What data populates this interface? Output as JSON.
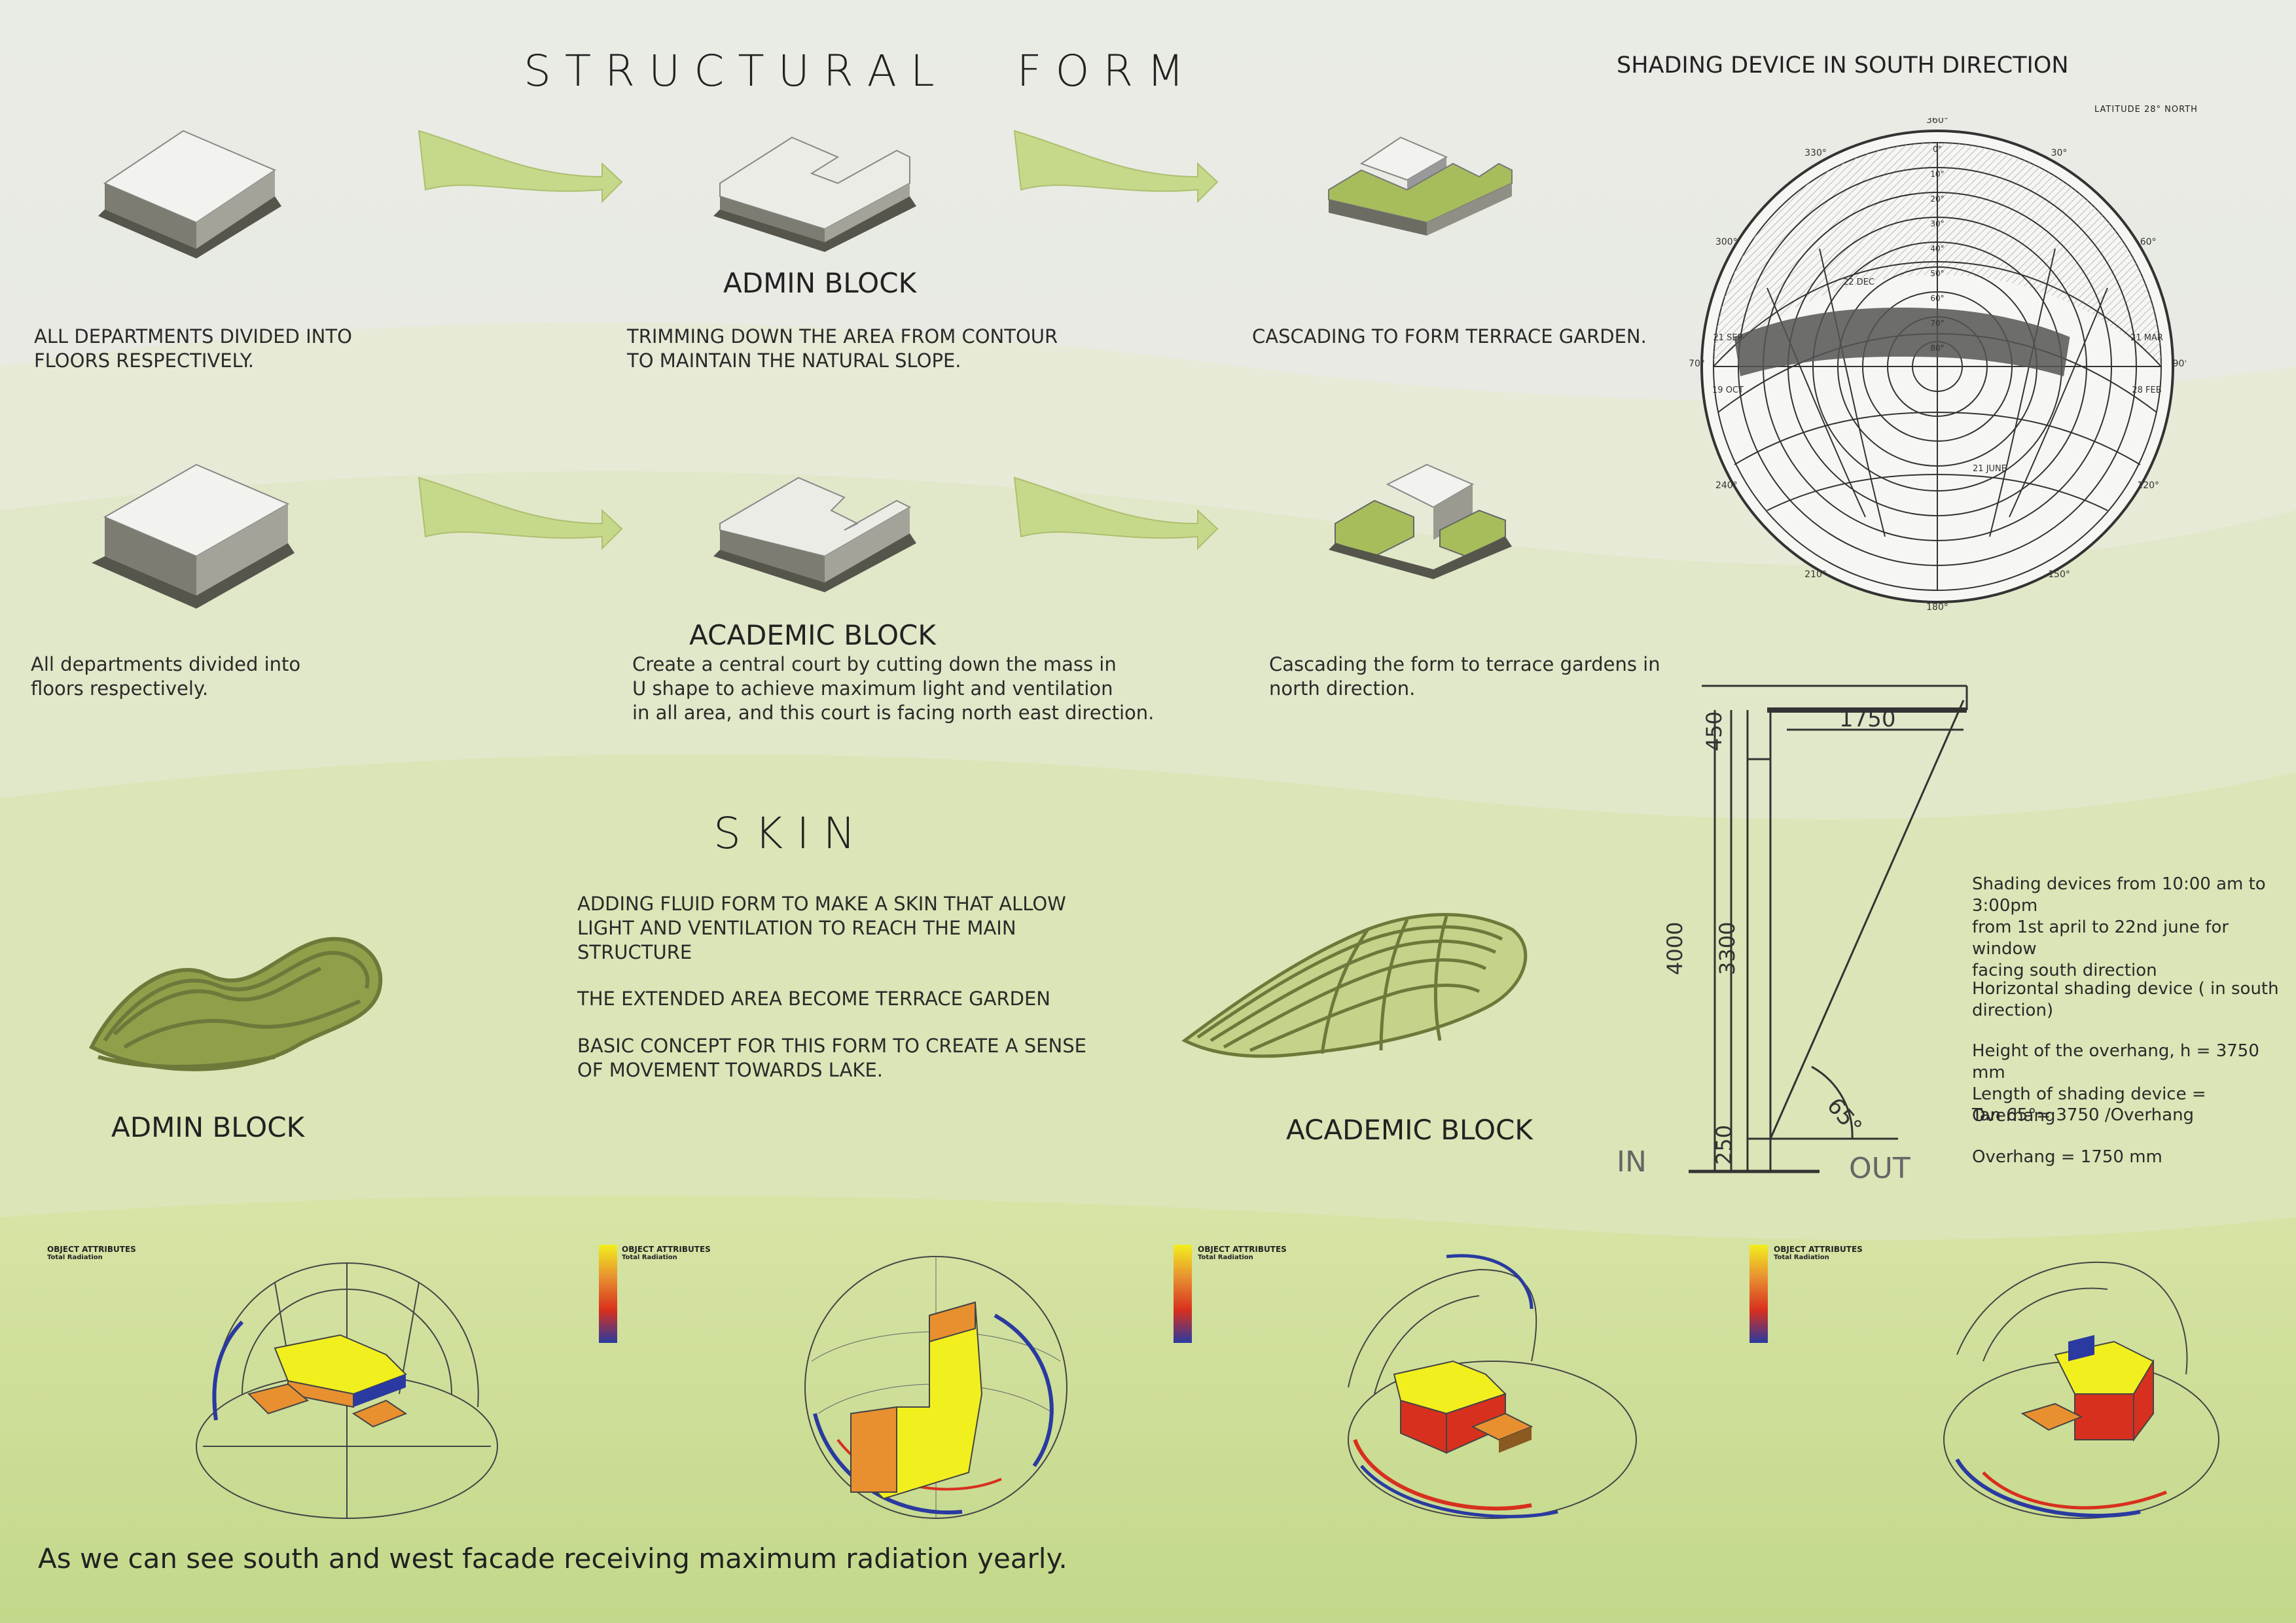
{
  "structural_form": {
    "title": "S T R U C T U R A L      F O R M",
    "admin_label": "ADMIN BLOCK",
    "academic_label": "ACADEMIC BLOCK",
    "admin_steps": [
      "ALL DEPARTMENTS DIVIDED INTO\nFLOORS RESPECTIVELY.",
      "TRIMMING DOWN THE AREA FROM CONTOUR\nTO MAINTAIN THE NATURAL SLOPE.",
      "CASCADING TO FORM TERRACE GARDEN."
    ],
    "academic_steps": [
      "All departments divided into\nfloors respectively.",
      "Create a central court by cutting down the mass in\nU shape to achieve maximum light and ventilation\nin all area, and this court is facing north east direction.",
      "Cascading the form to terrace gardens in\nnorth direction."
    ]
  },
  "skin": {
    "title": "S K I N",
    "paragraphs": [
      "ADDING FLUID FORM TO MAKE A SKIN THAT ALLOW\nLIGHT AND VENTILATION TO REACH THE MAIN\nSTRUCTURE",
      "THE EXTENDED AREA BECOME TERRACE GARDEN",
      "BASIC CONCEPT FOR THIS FORM TO CREATE A SENSE\nOF MOVEMENT TOWARDS LAKE."
    ],
    "admin_label": "ADMIN BLOCK",
    "academic_label": "ACADEMIC BLOCK"
  },
  "sun_path": {
    "title": "SHADING DEVICE IN SOUTH DIRECTION",
    "latitude": "LATITUDE 28° NORTH",
    "azimuth_labels": [
      "360°",
      "30°",
      "60°",
      "90°",
      "120°",
      "150°",
      "180°",
      "210°",
      "240°",
      "270°",
      "300°",
      "330°"
    ],
    "altitude_labels": [
      "0°",
      "10°",
      "20°",
      "30°",
      "40°",
      "50°",
      "60°",
      "70°",
      "80°"
    ],
    "date_labels": [
      "21 MAR",
      "21 SEP",
      "22 DEC",
      "21 JUNE",
      "28 FEB",
      "19 OCT"
    ]
  },
  "shading_section": {
    "dims": {
      "overhang": "1750",
      "top": "450",
      "total": "4000",
      "window": "3300",
      "sill": "250",
      "angle": "65°"
    },
    "labels": {
      "in": "IN",
      "out": "OUT"
    },
    "notes": [
      "Shading devices from 10:00 am to\n3:00pm\nfrom 1st april to 22nd june for window\nfacing south direction",
      "Horizontal shading device ( in south\ndirection)",
      "Height of the overhang, h = 3750 mm\nLength of shading device = Overhang",
      "Tan 65°= 3750 /Overhang",
      "Overhang =  1750 mm"
    ]
  },
  "radiation": {
    "panel_title": "OBJECT ATTRIBUTES",
    "panel_sub": "Total Radiation",
    "caption": "As we can see south and west facade receiving maximum radiation yearly."
  },
  "colors": {
    "green": "#c6d88a",
    "dark_green": "#6b7a3a",
    "block_top": "#f2f2ee",
    "block_side": "#8a8a80",
    "radiation_yellow": "#f2ef1e",
    "radiation_orange": "#e89030",
    "radiation_red": "#d8301e",
    "radiation_blue": "#2a3aa0"
  }
}
